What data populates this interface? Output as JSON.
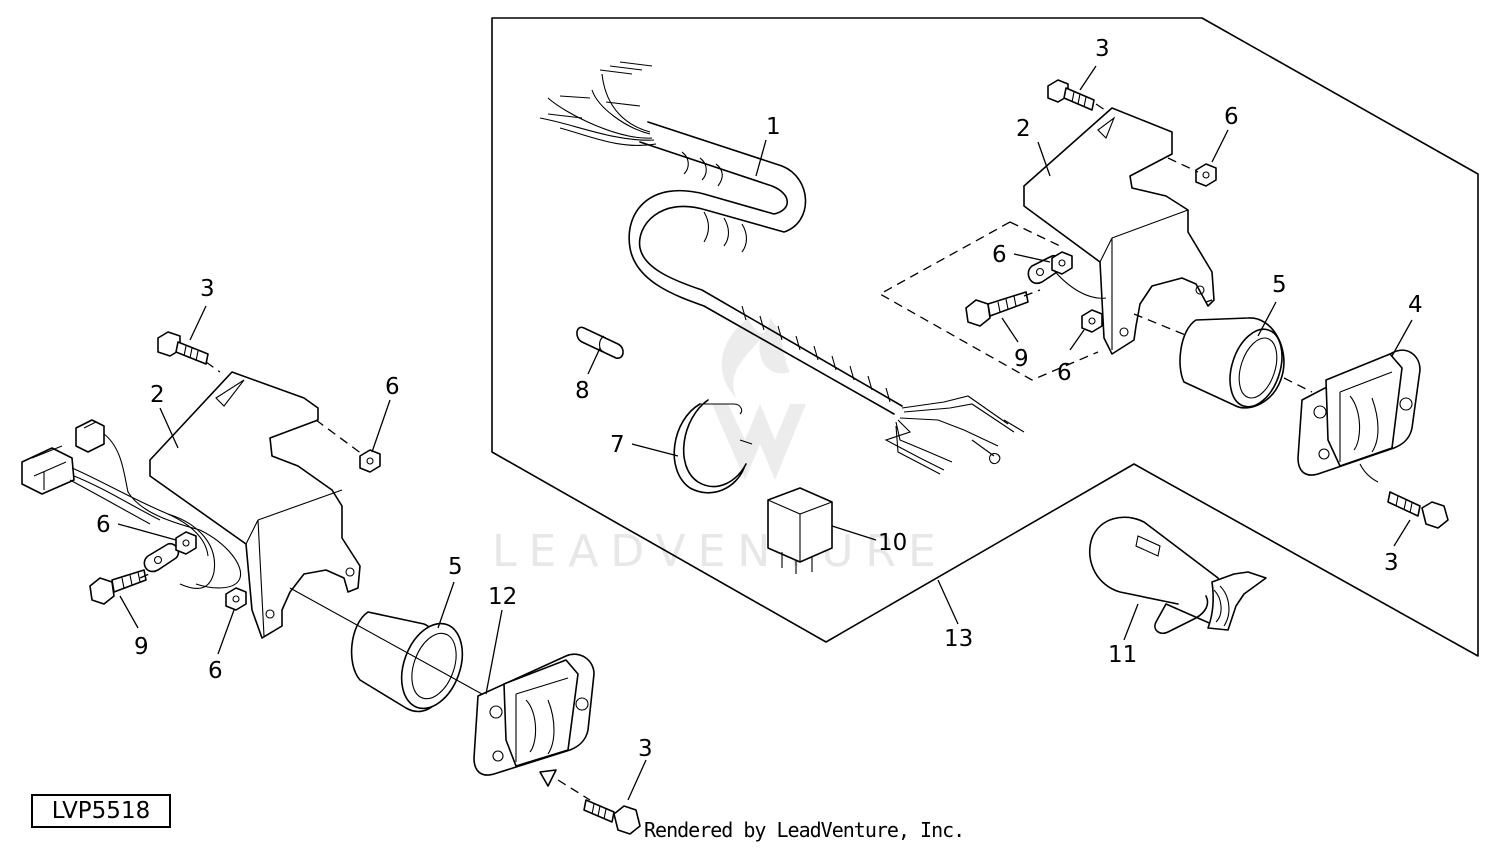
{
  "diagram": {
    "callouts": {
      "wiring_harness": "1",
      "bracket_upper": "2",
      "bracket_lower": "2",
      "capscrew_top_upper": "3",
      "capscrew_right_upper": "3",
      "capscrew_top_lower": "3",
      "capscrew_bottom_lower": "3",
      "receptacle_upper": "4",
      "sleeve_upper": "5",
      "sleeve_lower": "5",
      "nut_upper_right": "6",
      "nut_upper_inner": "6",
      "nut_upper_lower": "6",
      "nut_lower_right": "6",
      "nut_lower_inner": "6",
      "nut_lower_bottom": "6",
      "strap": "7",
      "fuse": "8",
      "screw_upper": "9",
      "screw_lower": "9",
      "relay": "10",
      "plug": "11",
      "receptacle_lower": "12",
      "kit": "13"
    },
    "figure_id": "LVP5518",
    "credit": "Rendered by LeadVenture, Inc.",
    "watermark": "LEADVENTURE"
  },
  "colors": {
    "line": "#000000",
    "watermark": "#e7e7e7",
    "background": "#ffffff"
  }
}
